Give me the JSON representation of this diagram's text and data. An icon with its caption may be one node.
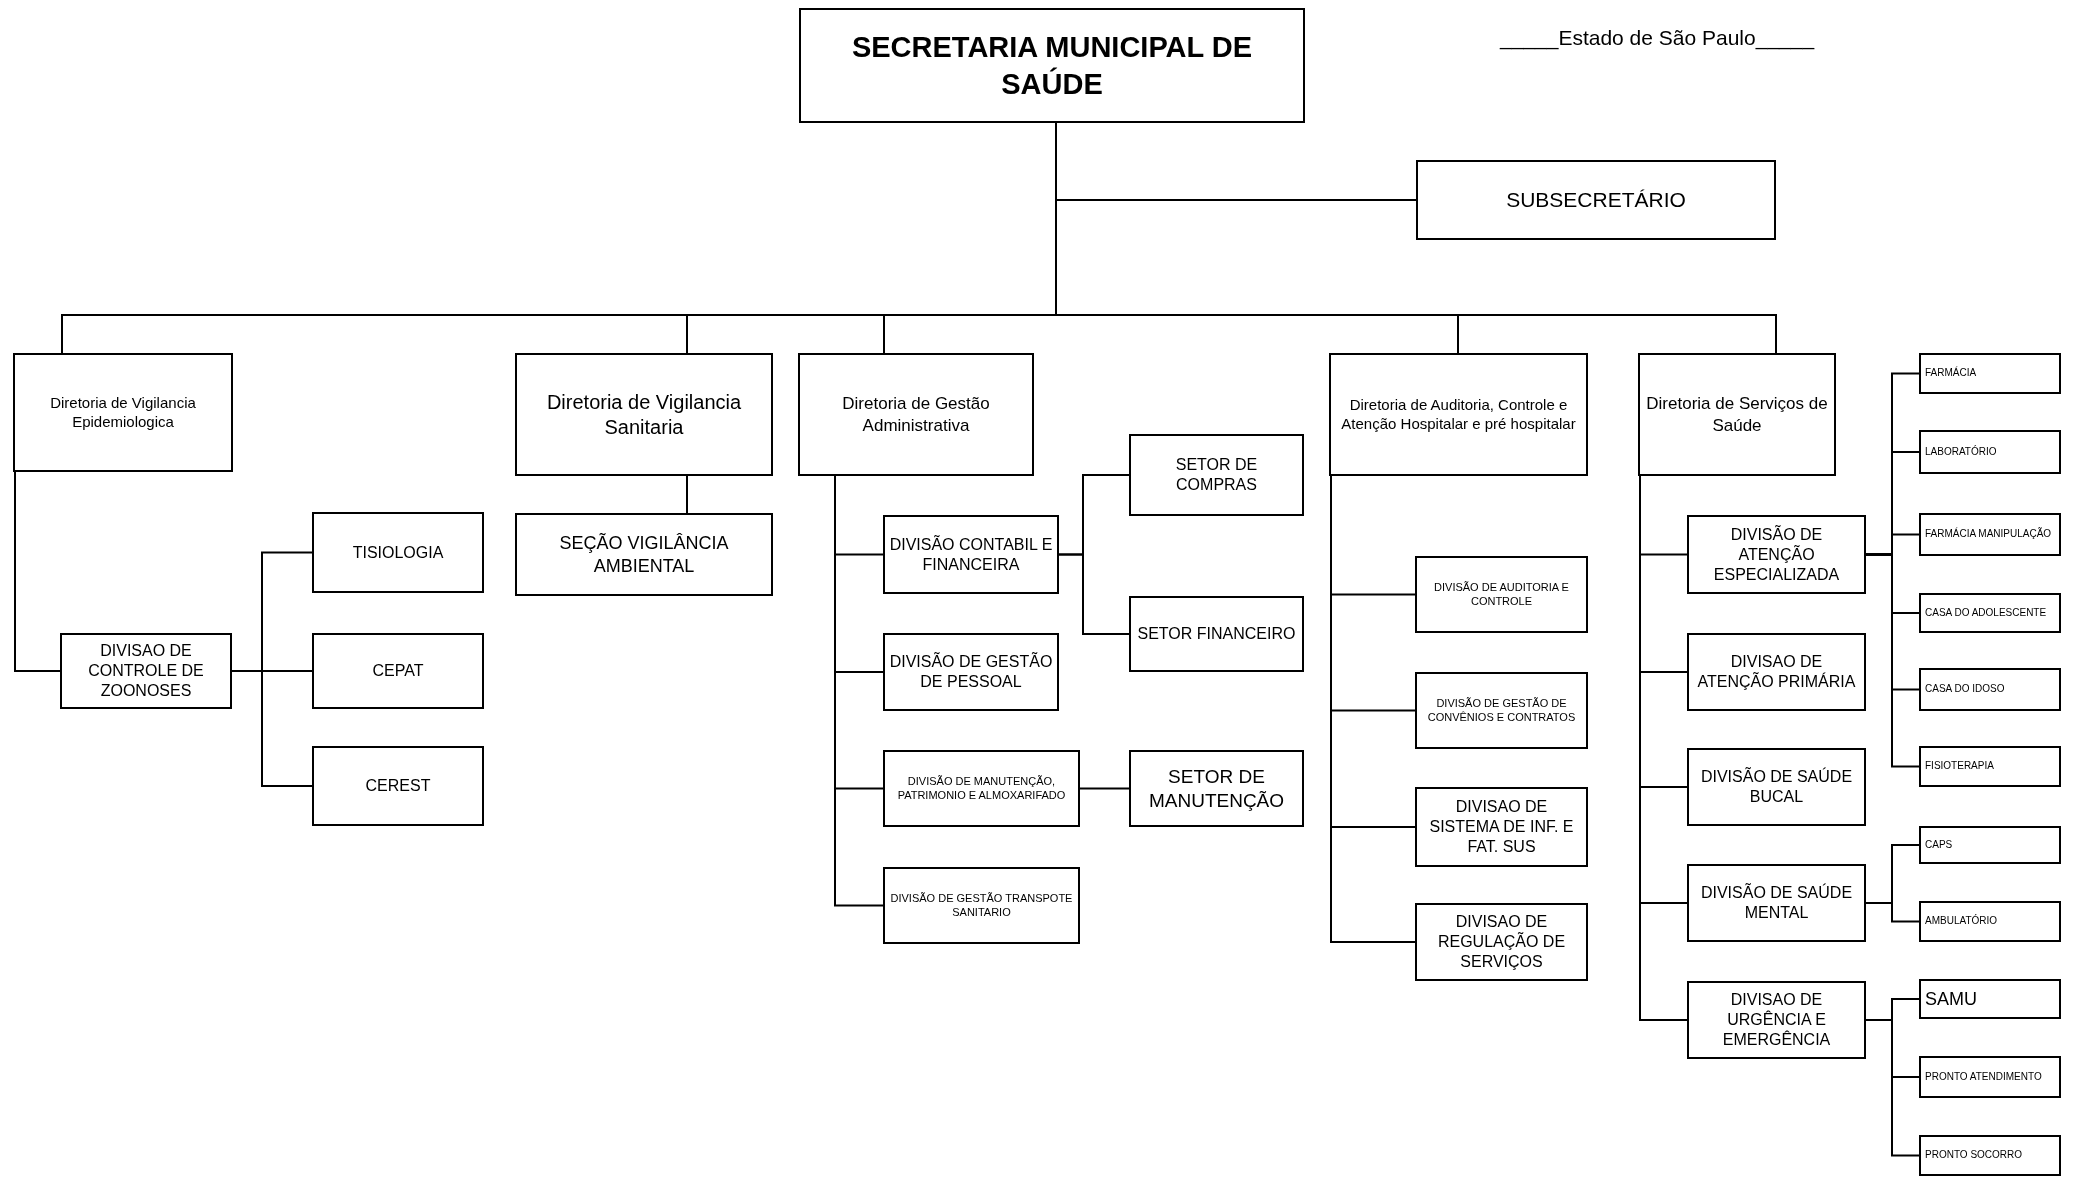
{
  "diagram": {
    "nodes": [
      {
        "text": [
          "SECRETARIA MUNICIPAL DE SAÚDE"
        ]
      },
      {
        "text": [
          "SUBSECRETÁRIO"
        ]
      },
      {
        "text": [
          "Diretoria de Vigilancia Epidemiologica"
        ]
      },
      {
        "text": [
          "Diretoria de Vigilancia Sanitaria"
        ]
      },
      {
        "text": [
          "Diretoria de Gestão Administrativa"
        ]
      },
      {
        "text": [
          "Diretoria de Auditoria, Controle e Atenção Hospitalar e pré hospitalar"
        ]
      },
      {
        "text": [
          "Diretoria de Serviços de Saúde"
        ]
      },
      {
        "text": [
          "DIVISAO DE CONTROLE DE ZOONOSES"
        ]
      },
      {
        "text": [
          "TISIOLOGIA"
        ]
      },
      {
        "text": [
          "CEPAT"
        ]
      },
      {
        "text": [
          "CEREST"
        ]
      },
      {
        "text": [
          "SEÇÃO VIGILÂNCIA AMBIENTAL"
        ]
      },
      {
        "text": [
          "DIVISÃO CONTABIL E FINANCEIRA"
        ]
      },
      {
        "text": [
          "DIVISÃO DE GESTÃO DE PESSOAL"
        ]
      },
      {
        "text": [
          "DIVISÃO DE MANUTENÇÃO, PATRIMONIO E ALMOXARIFADO"
        ]
      },
      {
        "text": [
          "DIVISÃO DE GESTÃO TRANSPOTE SANITARIO"
        ]
      },
      {
        "text": [
          "SETOR DE COMPRAS"
        ]
      },
      {
        "text": [
          "SETOR FINANCEIRO"
        ]
      },
      {
        "text": [
          "SETOR DE MANUTENÇÃO"
        ]
      },
      {
        "text": [
          "DIVISÃO DE AUDITORIA E CONTROLE"
        ]
      },
      {
        "text": [
          "DIVISÃO DE GESTÃO DE CONVÊNIOS E CONTRATOS"
        ]
      },
      {
        "text": [
          "DIVISAO DE SISTEMA DE INF. E FAT. SUS"
        ]
      },
      {
        "text": [
          "DIVISAO DE REGULAÇÃO DE SERVIÇOS"
        ]
      },
      {
        "text": [
          "DIVISÃO DE ATENÇÃO ESPECIALIZADA"
        ]
      },
      {
        "text": [
          "DIVISAO DE ATENÇÃO PRIMÁRIA"
        ]
      },
      {
        "text": [
          "DIVISÃO DE SAÚDE BUCAL"
        ]
      },
      {
        "text": [
          "DIVISÃO DE SAÚDE MENTAL"
        ]
      },
      {
        "text": [
          "DIVISAO DE URGÊNCIA E EMERGÊNCIA"
        ]
      },
      {
        "text": [
          "FARMÁCIA"
        ]
      },
      {
        "text": [
          "LABORATÓRIO"
        ]
      },
      {
        "text": [
          "FARMÁCIA MANIPULAÇÃO"
        ]
      },
      {
        "text": [
          "CASA DO ADOLESCENTE"
        ]
      },
      {
        "text": [
          "CASA DO IDOSO"
        ]
      },
      {
        "text": [
          "FISIOTERAPIA"
        ]
      },
      {
        "text": [
          "CAPS"
        ]
      },
      {
        "text": [
          "AMBULATÓRIO"
        ]
      },
      {
        "text": [
          "SAMU"
        ]
      },
      {
        "text": [
          "PRONTO ATENDIMENTO"
        ]
      },
      {
        "text": [
          "PRONTO SOCORRO"
        ]
      }
    ],
    "edges": [
      {
        "from": 0,
        "to": 1,
        "arrow": "none"
      },
      {
        "from": 0,
        "to": 2,
        "arrow": "none"
      },
      {
        "from": 0,
        "to": 3,
        "arrow": "none"
      },
      {
        "from": 0,
        "to": 4,
        "arrow": "none"
      },
      {
        "from": 0,
        "to": 5,
        "arrow": "none"
      },
      {
        "from": 0,
        "to": 6,
        "arrow": "none"
      },
      {
        "from": 2,
        "to": 7,
        "arrow": "none"
      },
      {
        "from": 7,
        "to": 8,
        "arrow": "none"
      },
      {
        "from": 7,
        "to": 9,
        "arrow": "none"
      },
      {
        "from": 7,
        "to": 10,
        "arrow": "none"
      },
      {
        "from": 3,
        "to": 11,
        "arrow": "none"
      },
      {
        "from": 4,
        "to": 12,
        "arrow": "none"
      },
      {
        "from": 4,
        "to": 13,
        "arrow": "none"
      },
      {
        "from": 4,
        "to": 14,
        "arrow": "none"
      },
      {
        "from": 4,
        "to": 15,
        "arrow": "none"
      },
      {
        "from": 12,
        "to": 16,
        "arrow": "none"
      },
      {
        "from": 12,
        "to": 17,
        "arrow": "none"
      },
      {
        "from": 14,
        "to": 18,
        "arrow": "none"
      },
      {
        "from": 5,
        "to": 19,
        "arrow": "none"
      },
      {
        "from": 5,
        "to": 20,
        "arrow": "none"
      },
      {
        "from": 5,
        "to": 21,
        "arrow": "none"
      },
      {
        "from": 5,
        "to": 22,
        "arrow": "none"
      },
      {
        "from": 6,
        "to": 23,
        "arrow": "none"
      },
      {
        "from": 6,
        "to": 24,
        "arrow": "none"
      },
      {
        "from": 6,
        "to": 25,
        "arrow": "none"
      },
      {
        "from": 6,
        "to": 26,
        "arrow": "none"
      },
      {
        "from": 6,
        "to": 27,
        "arrow": "none"
      },
      {
        "from": 23,
        "to": 28,
        "arrow": "none"
      },
      {
        "from": 23,
        "to": 29,
        "arrow": "none"
      },
      {
        "from": 23,
        "to": 30,
        "arrow": "none"
      },
      {
        "from": 23,
        "to": 31,
        "arrow": "none"
      },
      {
        "from": 23,
        "to": 32,
        "arrow": "none"
      },
      {
        "from": 23,
        "to": 33,
        "arrow": "none"
      },
      {
        "from": 26,
        "to": 34,
        "arrow": "none"
      },
      {
        "from": 26,
        "to": 35,
        "arrow": "none"
      },
      {
        "from": 27,
        "to": 36,
        "arrow": "none"
      },
      {
        "from": 27,
        "to": 37,
        "arrow": "none"
      },
      {
        "from": 27,
        "to": 38,
        "arrow": "none"
      }
    ],
    "labels": [
      "_____Estado de São Paulo_____"
    ]
  }
}
